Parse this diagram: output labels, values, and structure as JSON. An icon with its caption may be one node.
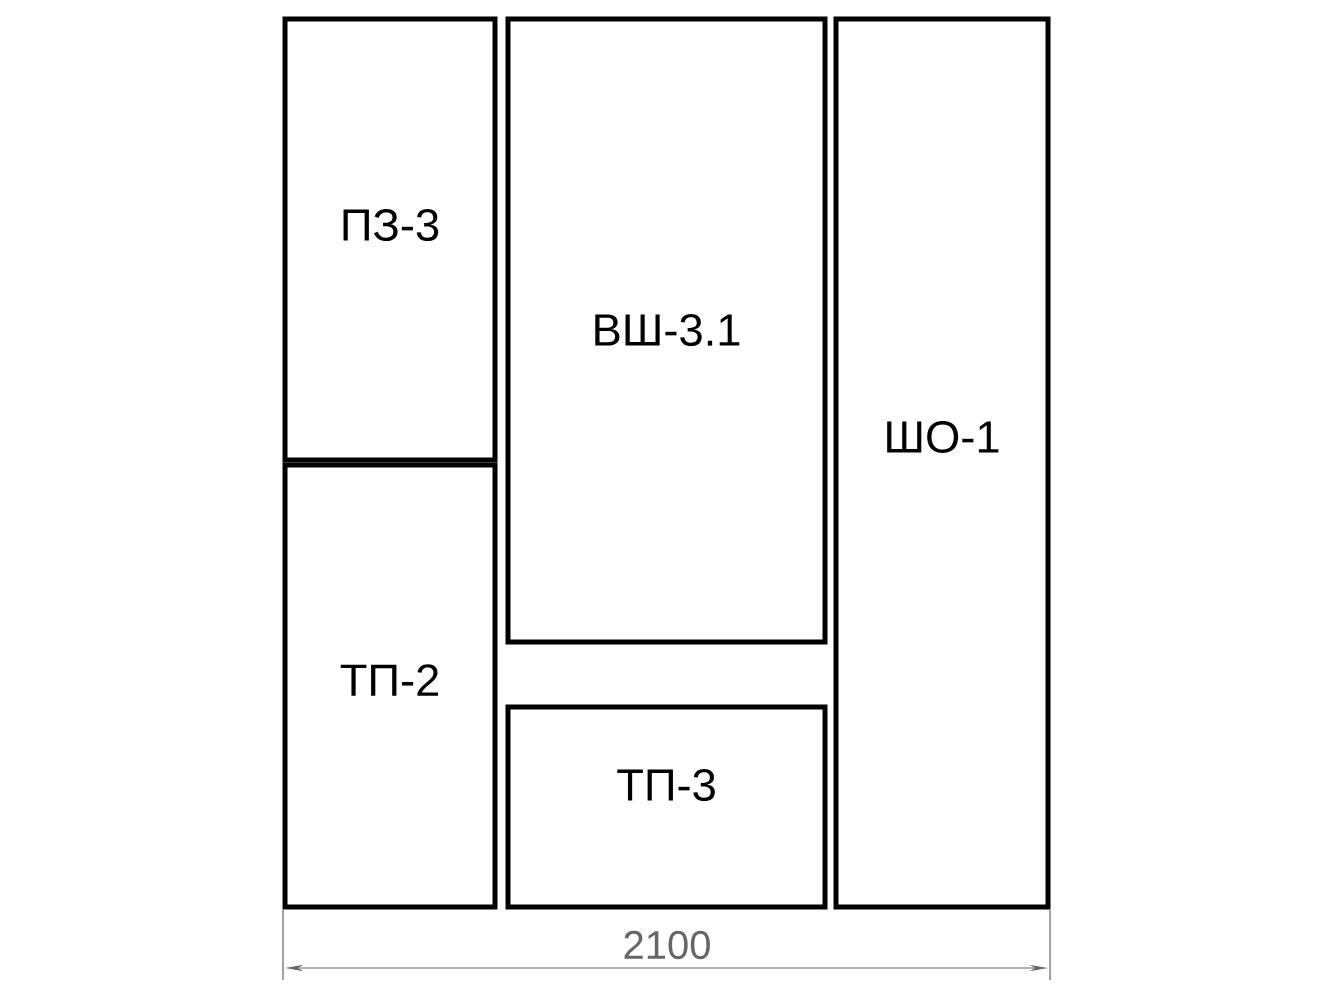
{
  "diagram": {
    "nodes": [
      {
        "text": [
          "ПЗ-3"
        ]
      },
      {
        "text": [
          "ТП-2"
        ]
      },
      {
        "text": [
          "ВШ-3.1"
        ]
      },
      {
        "text": [
          "ТП-3"
        ]
      },
      {
        "text": [
          "ШО-1"
        ]
      }
    ],
    "labels": [
      "2100"
    ]
  }
}
